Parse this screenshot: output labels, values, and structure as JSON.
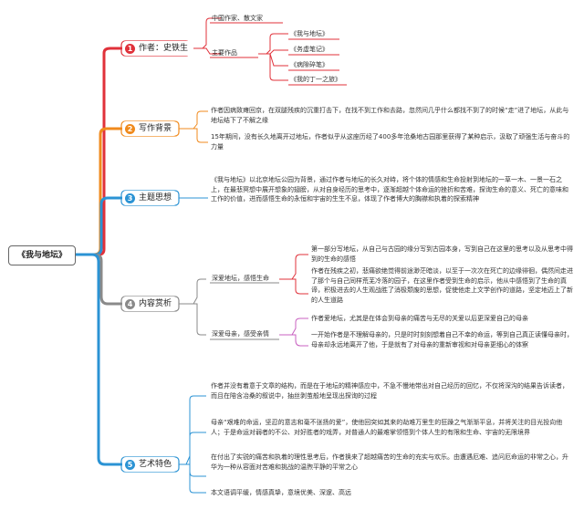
{
  "root": {
    "label": "《我与地坛》"
  },
  "branches": [
    {
      "num": "1",
      "label": "作者：史铁生",
      "color": "#e0313a"
    },
    {
      "num": "2",
      "label": "写作背景",
      "color": "#f08a1c"
    },
    {
      "num": "3",
      "label": "主题思想",
      "color": "#2b93d4"
    },
    {
      "num": "4",
      "label": "内容赏析",
      "color": "#8a8a8a"
    },
    {
      "num": "5",
      "label": "艺术特色",
      "color": "#2b93d4"
    }
  ],
  "author": {
    "identity": "中国作家、散文家",
    "works_label": "主要作品",
    "works": [
      "《我与地坛》",
      "《务虚笔记》",
      "《病隙碎笔》",
      "《我的丁一之旅》"
    ]
  },
  "background": [
    "作者因病致瘫回京，在双腿残疾的沉重打击下，在找不到工作和去路，忽然间几乎什么都找不到了的时候“走”进了地坛，从此与地坛结下了不解之缘",
    "15年期间，没有长久地离开过地坛，作者似乎从这座历经了400多年沧桑地古园那里获得了某种启示，汲取了顽强生活与奋斗的力量"
  ],
  "theme": "《我与地坛》以北京地坛公园为背景，通过作者与地坛的长久对峙，将个体的情感和生命投射到地坛的一草一木、一景一石之上，在最悲冥想中展开想象的翅膀，从对自身经历的思考中，逐渐超越个体命运的挫折和苦难，探询生命的意义、死亡的意味和工作的价值，进而感悟生命的永恒和宇宙的生生不息，体现了作者博大的胸襟和执着的探索精神",
  "content": {
    "sub1_label": "深爱地坛，感悟生命",
    "sub1_items": [
      "第一部分写地坛，从自己与古园的缘分写到古园本身，写到自己在这里的思考以及从思考中得到的生命的感悟",
      "作者在残疾之初，悲痛欲绝觉得前途渺茫暗淡，以至于一次次在死亡的边缘徘徊，偶然间走进了那个与自己同样荒芜冷落的园子，在这里作者受到生命的启示，他从中感悟到了生命的真谛，积极进去的人生观战胜了消极颓废的思想，促使他走上文学创作的道路，坚定地迈上了新的人生道路"
    ],
    "sub2_label": "深爱母亲，感受亲情",
    "sub2_items": [
      "作者爱地坛，尤其是在体会到母亲的痛苦与无尽的关爱以后更深爱自己的母亲",
      "一开始作者是不理解母亲的，只是时时刻刻想着自己不幸的命运，等到自己真正读懂母亲时，母亲却永远地离开了他，于是就有了对母亲的重新审视和对母亲更细心的体察"
    ]
  },
  "features": [
    "作者并没有着意于文章的结构，而是在于地坛的精神感应中，不急不慢地带出对自己经历的回忆，不仅将深沟的结果告诉读者，而且在陪含冶桑的叙说中，抽丝剥茧般地呈现出探询的过程",
    "母亲“艰难的命运，坚忍的意志和毫不张扬的爱”，使他回突如其来的劫难万里生的狂躁之气渐渐平息，并将关注的目光投向他人；于是命运对弱者的不公、对好胜者的戏弄，对普通人的最难掌领悟到个体人生的有限和生命、宇宙的无限境界",
    "在付出了实锐的痛苦和执着的理性思考后，作者换来了超越痛苦的生命的充实与欢乐。由遭遇厄难、追问厄命运的非常之心，升华为一种从容面对苦难和挑战的温煦平静的平常之心",
    "本文语调平缓，情感真挚，意境优美、深邃、高远"
  ]
}
